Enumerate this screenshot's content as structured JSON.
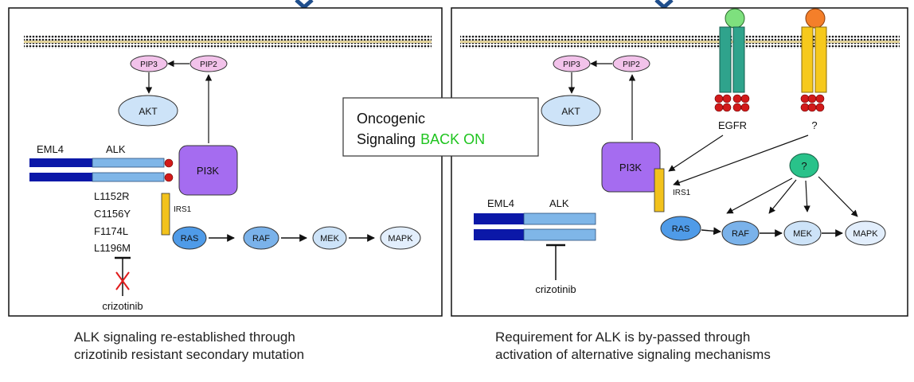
{
  "colors": {
    "membrane": "#e4d49a",
    "membrane_dot": "#1a1a1a",
    "eml4": "#0b18a8",
    "alk": "#7fb6e8",
    "phospho": "#d21a1a",
    "pip": "#f2c2ea",
    "akt": "#cde3f8",
    "pi3k": "#a56cf0",
    "irs1": "#f2c21c",
    "ras": "#4f9be8",
    "raf": "#7ab2ea",
    "mek": "#cde3f8",
    "mapk": "#e2eefc",
    "egfr": "#2fa38c",
    "egfr_head": "#7ee07e",
    "unknown_receptor": "#f6c91c",
    "unknown_receptor_head": "#f47f2a",
    "unknown_kinase": "#29c28a",
    "inhibition_cross": "#e11b1b",
    "back_on": "#1ec41e"
  },
  "left_panel": {
    "pip3": "PIP3",
    "pip2": "PIP2",
    "akt": "AKT",
    "eml4": "EML4",
    "alk": "ALK",
    "pi3k": "PI3K",
    "irs1": "IRS1",
    "ras": "RAS",
    "raf": "RAF",
    "mek": "MEK",
    "mapk": "MAPK",
    "mutations": [
      "L1152R",
      "C1156Y",
      "F1174L",
      "L1196M"
    ],
    "drug": "crizotinib"
  },
  "center_box": {
    "line1": "Oncogenic",
    "line2_prefix": "Signaling",
    "line2_highlight": "BACK ON"
  },
  "right_panel": {
    "pip3": "PIP3",
    "pip2": "PIP2",
    "akt": "AKT",
    "egfr": "EGFR",
    "unknown_receptor": "?",
    "unknown_kinase": "?",
    "pi3k": "PI3K",
    "irs1": "IRS1",
    "eml4": "EML4",
    "alk": "ALK",
    "ras": "RAS",
    "raf": "RAF",
    "mek": "MEK",
    "mapk": "MAPK",
    "drug": "crizotinib"
  },
  "captions": {
    "left_line1": "ALK signaling re-established through",
    "left_line2": "crizotinib resistant secondary mutation",
    "right_line1": "Requirement for ALK is by-passed through",
    "right_line2": "activation of alternative signaling mechanisms"
  }
}
